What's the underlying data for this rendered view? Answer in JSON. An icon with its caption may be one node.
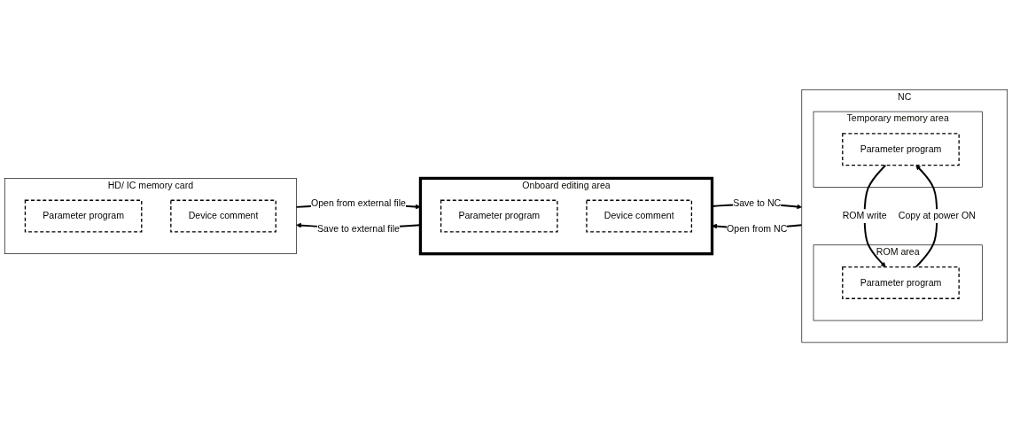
{
  "diagram": {
    "nodes": [
      {
        "text": [
          "NC"
        ]
      },
      {
        "text": [
          "ROM area"
        ],
        "in": 0
      },
      {
        "text": [
          "Parameter program"
        ],
        "in": 1
      },
      {
        "text": [
          "Temporary memory area"
        ],
        "in": 0
      },
      {
        "text": [
          "Parameter program"
        ],
        "in": 3
      },
      {
        "text": [
          "Onboard editing area"
        ]
      },
      {
        "text": [
          "Parameter program"
        ],
        "in": 5
      },
      {
        "text": [
          "Device comment"
        ],
        "in": 5
      },
      {
        "text": [
          "HD/ IC memory card"
        ]
      },
      {
        "text": [
          "Parameter program"
        ],
        "in": 8
      },
      {
        "text": [
          "Device comment"
        ],
        "in": 8
      }
    ],
    "edges": [
      {
        "from": 4,
        "to": 2,
        "arrow": "to",
        "label": "ROM write"
      },
      {
        "from": 2,
        "to": 4,
        "arrow": "to",
        "label": "Copy at power ON"
      },
      {
        "from": 5,
        "to": 0,
        "arrow": "to",
        "label": "Save to NC"
      },
      {
        "from": 0,
        "to": 5,
        "arrow": "to",
        "label": "Open from NC"
      },
      {
        "from": 5,
        "to": 8,
        "arrow": "to",
        "label": "Save to external file"
      },
      {
        "from": 8,
        "to": 5,
        "arrow": "to",
        "label": "Open from external file"
      }
    ]
  }
}
